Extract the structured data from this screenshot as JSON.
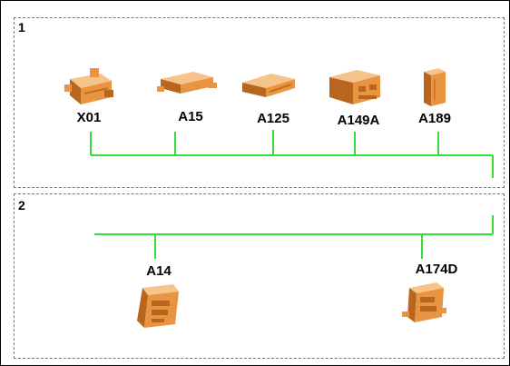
{
  "sections": [
    {
      "number": "1"
    },
    {
      "number": "2"
    }
  ],
  "components": [
    {
      "id": "X01",
      "label": "X01",
      "icon": "connector-module-icon"
    },
    {
      "id": "A15",
      "label": "A15",
      "icon": "control-module-icon"
    },
    {
      "id": "A125",
      "label": "A125",
      "icon": "control-module-icon"
    },
    {
      "id": "A149A",
      "label": "A149A",
      "icon": "control-module-icon"
    },
    {
      "id": "A189",
      "label": "A189",
      "icon": "control-module-icon"
    },
    {
      "id": "A14",
      "label": "A14",
      "icon": "control-module-icon"
    },
    {
      "id": "A174D",
      "label": "A174D",
      "icon": "control-module-icon"
    }
  ],
  "colors": {
    "wire": "#33dd33",
    "component": "#e89440",
    "component_dark": "#b8661e",
    "component_light": "#f6c48a"
  }
}
